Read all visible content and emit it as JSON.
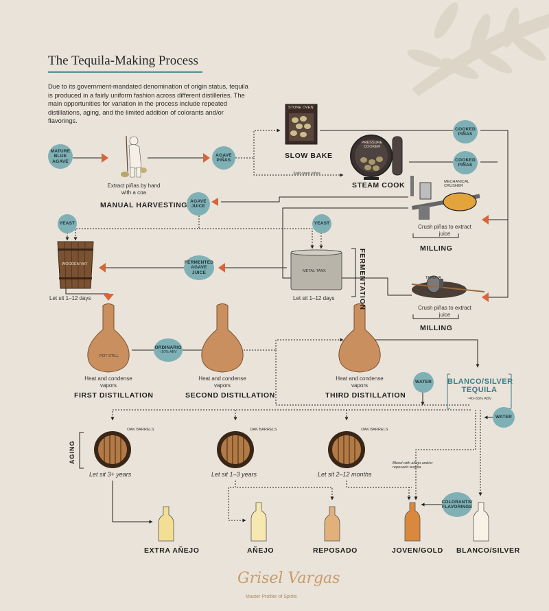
{
  "title": "The Tequila-Making Process",
  "intro": "Due to its government-mandated denomination of origin status, tequila is produced in a fairly uniform fashion across different distilleries. The main opportunities for variation in the process include repeated distillations, aging, and the limited addition of colorants and/or flavorings.",
  "bubbles": {
    "mature_agave": [
      "MATURE",
      "BLUE",
      "AGAVE"
    ],
    "agave_pinas": [
      "AGAVE",
      "PIÑAS"
    ],
    "cooked_pinas_1": [
      "COOKED",
      "PIÑAS"
    ],
    "cooked_pinas_2": [
      "COOKED",
      "PIÑAS"
    ],
    "agave_juice": [
      "AGAVE",
      "JUICE"
    ],
    "yeast_1": [
      "YEAST"
    ],
    "yeast_2": [
      "YEAST"
    ],
    "fermented": [
      "FERMENTED",
      "AGAVE JUICE"
    ],
    "ordinario": [
      "ORDINARIO"
    ],
    "ordinario_abv": "~20% ABV",
    "water_1": [
      "WATER"
    ],
    "water_2": [
      "WATER"
    ],
    "colorants": [
      "COLORANTS/",
      "FLAVORINGS"
    ]
  },
  "harvest": {
    "desc": "Extract piñas by hand with a coa",
    "label": "MANUAL HARVESTING"
  },
  "oven": {
    "tag": "STONE OVEN",
    "label": "SLOW BAKE"
  },
  "cooker": {
    "tag": "PRESSURE COOKER",
    "label": "STEAM COOK",
    "note": "Split open piñas"
  },
  "milling": {
    "crusher_tag": "MECHANICAL CRUSHER",
    "tahona_tag": "TAHONA",
    "desc1": "Crush piñas to extract juice",
    "desc2": "Crush piñas to extract juice",
    "label1": "MILLING",
    "label2": "MILLING"
  },
  "fermentation": {
    "vat_tag": "WOODEN VAT",
    "tank_tag": "METAL TANK",
    "vat_note": "Let sit 1–12 days",
    "tank_note": "Let sit 1–12 days",
    "label": "FERMENTATION"
  },
  "distill": {
    "pot_tag": "POT STILL",
    "desc": "Heat and condense vapors",
    "first": "FIRST DISTILLATION",
    "second": "SECOND DISTILLATION",
    "third": "THIRD DISTILLATION"
  },
  "blanco_box": {
    "name": "BLANCO/SILVER TEQUILA",
    "abv": "~40–55% ABV"
  },
  "aging": {
    "label": "AGING",
    "barrel_tag": "OAK BARRELS",
    "note1": "Let sit 3+ years",
    "note2": "Let sit 1–3 years",
    "note3": "Let sit 2–12 months",
    "blend_note": "Blend with añejo and/or reposado tequila"
  },
  "products": [
    "EXTRA AÑEJO",
    "AÑEJO",
    "REPOSADO",
    "JOVEN/GOLD",
    "BLANCO/SILVER"
  ],
  "signature": {
    "name": "Grisel Vargas",
    "subtitle": "Master Profiler of Spirits"
  },
  "colors": {
    "background": "#e9e3d9",
    "teal": "#7fb0b5",
    "orange_arrow": "#d4673a",
    "copper": "#c98f5f",
    "extra_anejo": "#f2df93",
    "anejo": "#f6e8b0",
    "reposado": "#e2b07a",
    "joven": "#d9883e",
    "blanco": "#f8f2e6"
  }
}
